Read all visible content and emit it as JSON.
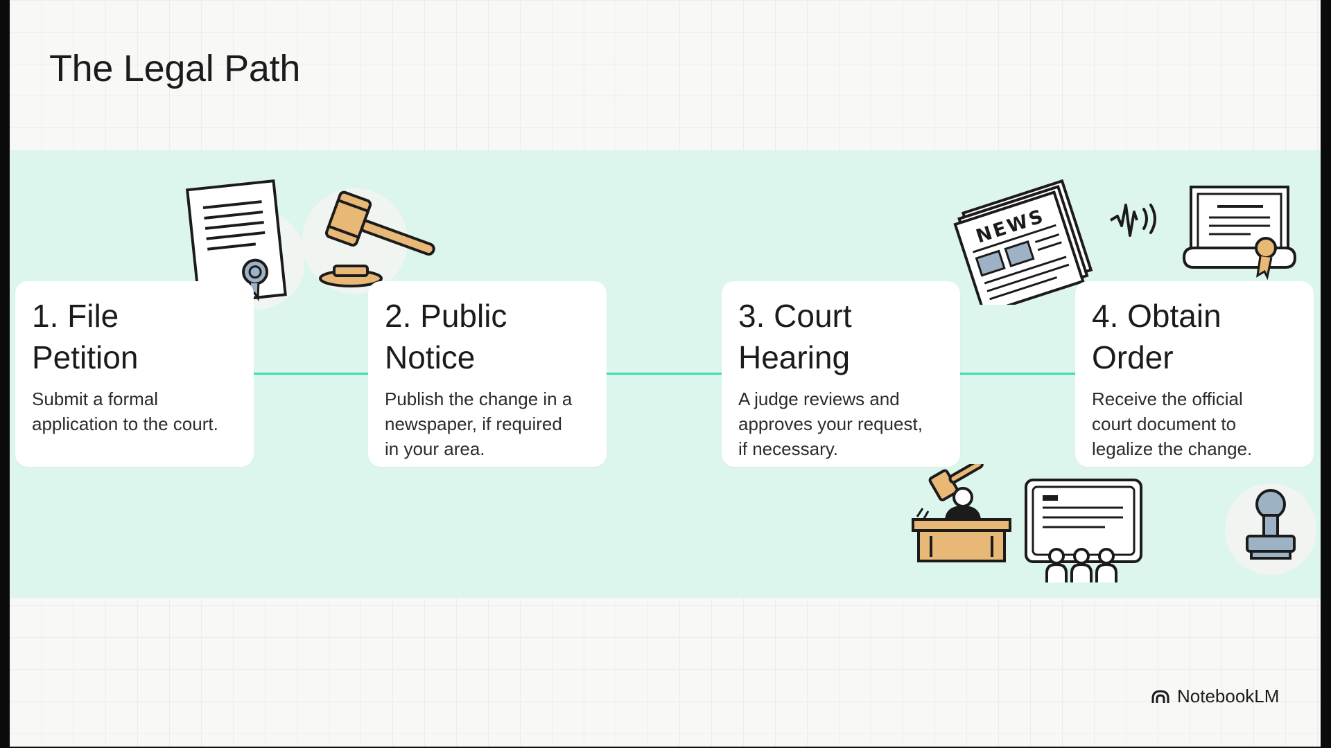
{
  "title": "The Legal Path",
  "steps": [
    {
      "heading": "1. File\nPetition",
      "description": "Submit a formal\napplication to the court."
    },
    {
      "heading": "2. Public\nNotice",
      "description": "Publish the change in a\nnewspaper, if required\nin your area."
    },
    {
      "heading": "3. Court\nHearing",
      "description": "A judge reviews and\napproves your request,\nif necessary."
    },
    {
      "heading": "4. Obtain\nOrder",
      "description": "Receive the official\ncourt document to\nlegalize the change."
    }
  ],
  "illustrations": {
    "newspaper_masthead": "NEWS"
  },
  "brand": {
    "name": "NotebookLM",
    "icon": "notebooklm-logo-icon"
  },
  "colors": {
    "band": "#dcf6ee",
    "connector": "#3ddbb3",
    "card": "#ffffff",
    "wood": "#e8b877",
    "metal": "#9db2c4"
  }
}
